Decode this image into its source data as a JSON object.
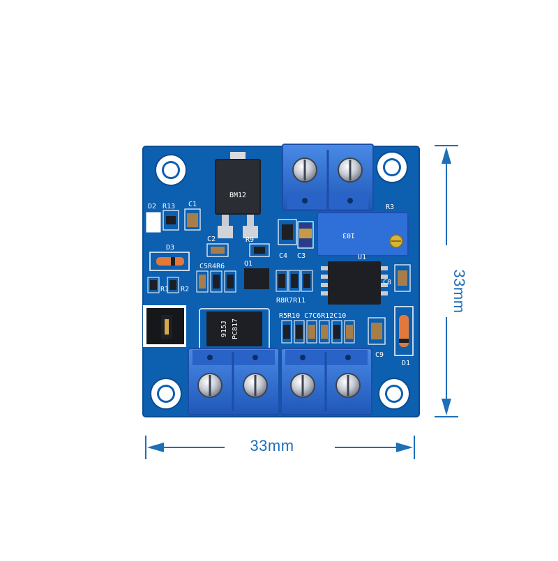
{
  "dimensions": {
    "width_label": "33mm",
    "height_label": "33mm",
    "color": "#1f6fb8"
  },
  "board": {
    "pcb_color": "#0d5fb0",
    "terminal_color": "#2a6fd6",
    "silkscreen": {
      "c1": "C1",
      "d2": "D2",
      "r13": "R13",
      "c2": "C2",
      "r9": "R9",
      "d3": "D3",
      "c5r4r6": "C5R4R6",
      "q1": "Q1",
      "r1": "R1",
      "r2": "R2",
      "c4": "C4",
      "c3": "C3",
      "r3": "R3",
      "u1": "U1",
      "r8r7r11": "R8R7R11",
      "c8": "C8",
      "r5r10c7c6r12c10": "R5R10 C7C6R12C10",
      "c9": "C9",
      "d1": "D1"
    },
    "chip_markings": {
      "regulator": "BM12",
      "optocoupler": "PC817",
      "opto_code": "915J",
      "potentiometer": "103"
    }
  }
}
